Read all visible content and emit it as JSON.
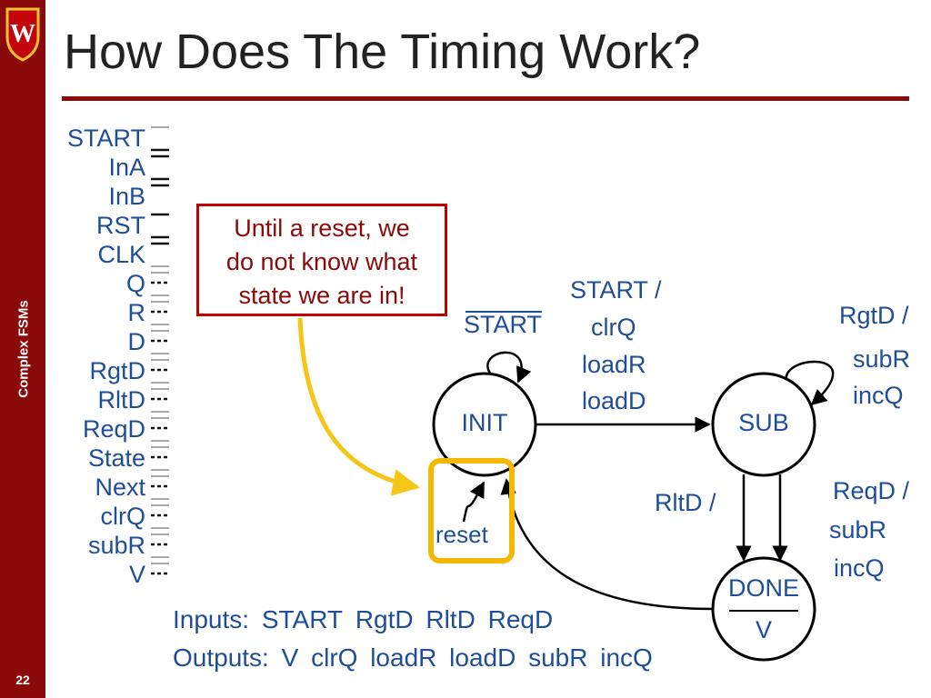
{
  "slide": {
    "title": "How Does The Timing Work?",
    "sidebar_label": "Complex FSMs",
    "slide_number": "22"
  },
  "signals": [
    "START",
    "InA",
    "InB",
    "RST",
    "CLK",
    "Q",
    "R",
    "D",
    "RgtD",
    "RltD",
    "ReqD",
    "State",
    "Next",
    "clrQ",
    "subR",
    "V"
  ],
  "callout": {
    "lines": [
      "Until a reset, we",
      "do not know what",
      "state we are in!"
    ]
  },
  "fsm": {
    "states": {
      "init": "INIT",
      "sub": "SUB",
      "done": "DONE",
      "done_output": "V"
    },
    "labels": {
      "init_self_loop": "START",
      "init_to_sub": [
        "START /",
        "clrQ",
        "loadR",
        "loadD"
      ],
      "sub_self_loop": [
        "RgtD /",
        "subR",
        "incQ"
      ],
      "sub_to_done_left": "RltD /",
      "sub_to_done_right": [
        "ReqD /",
        "subR",
        "incQ"
      ],
      "reset": "reset"
    }
  },
  "footer": {
    "inputs_label": "Inputs:",
    "inputs": [
      "START",
      "RgtD",
      "RltD",
      "ReqD"
    ],
    "outputs_label": "Outputs:",
    "outputs": [
      "V",
      "clrQ",
      "loadR",
      "loadD",
      "subR",
      "incQ"
    ]
  },
  "colors": {
    "accent": "#8a0a0a",
    "text_blue": "#1f4e99",
    "callout_border": "#c00000",
    "reset_highlight": "#f5b800",
    "gold_arrow": "#f5c518"
  }
}
